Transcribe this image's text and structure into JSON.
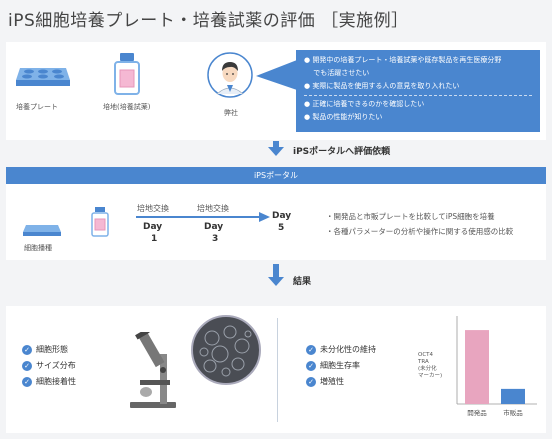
{
  "title": "iPS細胞培養プレート・培養試薬の評価 ［実施例］",
  "top": {
    "plate_label": "培養プレート",
    "reagent_label": "培地(培養試薬)",
    "person_label": "弊社",
    "callout": [
      "● 開発中の培養プレート・培養試薬や既存製品を再生医療分野",
      "　 でも活躍させたい",
      "● 実際に製品を使用する人の意見を取り入れたい",
      "● 正確に培養できるのかを確認したい",
      "● 製品の性能が知りたい"
    ]
  },
  "request_label": "iPSポータルへ評価依頼",
  "portal_bar": "iPSポータル",
  "process": {
    "cells_label": "細胞播種",
    "exchange1": "培地交換",
    "exchange2": "培地交換",
    "day_word": "Day",
    "day1": "1",
    "day3": "3",
    "day5": "5",
    "notes": [
      "・開発品と市販プレートを比較してiPS細胞を培養",
      "・各種パラメーターの分析や操作に関する使用感の比較"
    ]
  },
  "result_label": "結果",
  "results_left": [
    "細胞形態",
    "サイズ分布",
    "細胞接着性"
  ],
  "results_right": [
    "未分化性の維持",
    "細胞生存率",
    "増殖性"
  ],
  "chart_data": {
    "type": "bar",
    "categories": [
      "開発品",
      "市販品"
    ],
    "values": [
      88,
      18
    ],
    "legend_lines": [
      "OCT4",
      "TRA",
      "(未分化",
      "マーカー)"
    ],
    "colors": [
      "#e8a5bf",
      "#4a86cf"
    ]
  }
}
